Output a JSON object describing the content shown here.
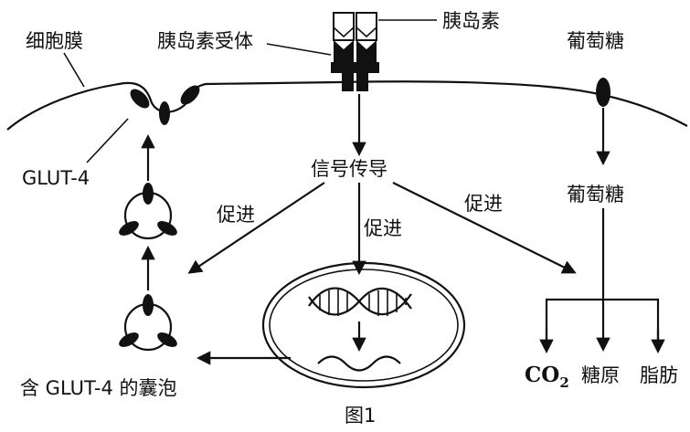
{
  "labels": {
    "cell_membrane": "细胞膜",
    "insulin_receptor": "胰岛素受体",
    "insulin": "胰岛素",
    "glucose_outside": "葡萄糖",
    "glut4": "GLUT-4",
    "signal_transduction": "信号传导",
    "promote_left": "促进",
    "promote_middle": "促进",
    "promote_right": "促进",
    "glucose_inside": "葡萄糖",
    "vesicle": "含 GLUT-4 的囊泡",
    "co2_main": "CO",
    "co2_sub": "2",
    "glycogen": "糖原",
    "fat": "脂肪",
    "figure_caption": "图1"
  }
}
